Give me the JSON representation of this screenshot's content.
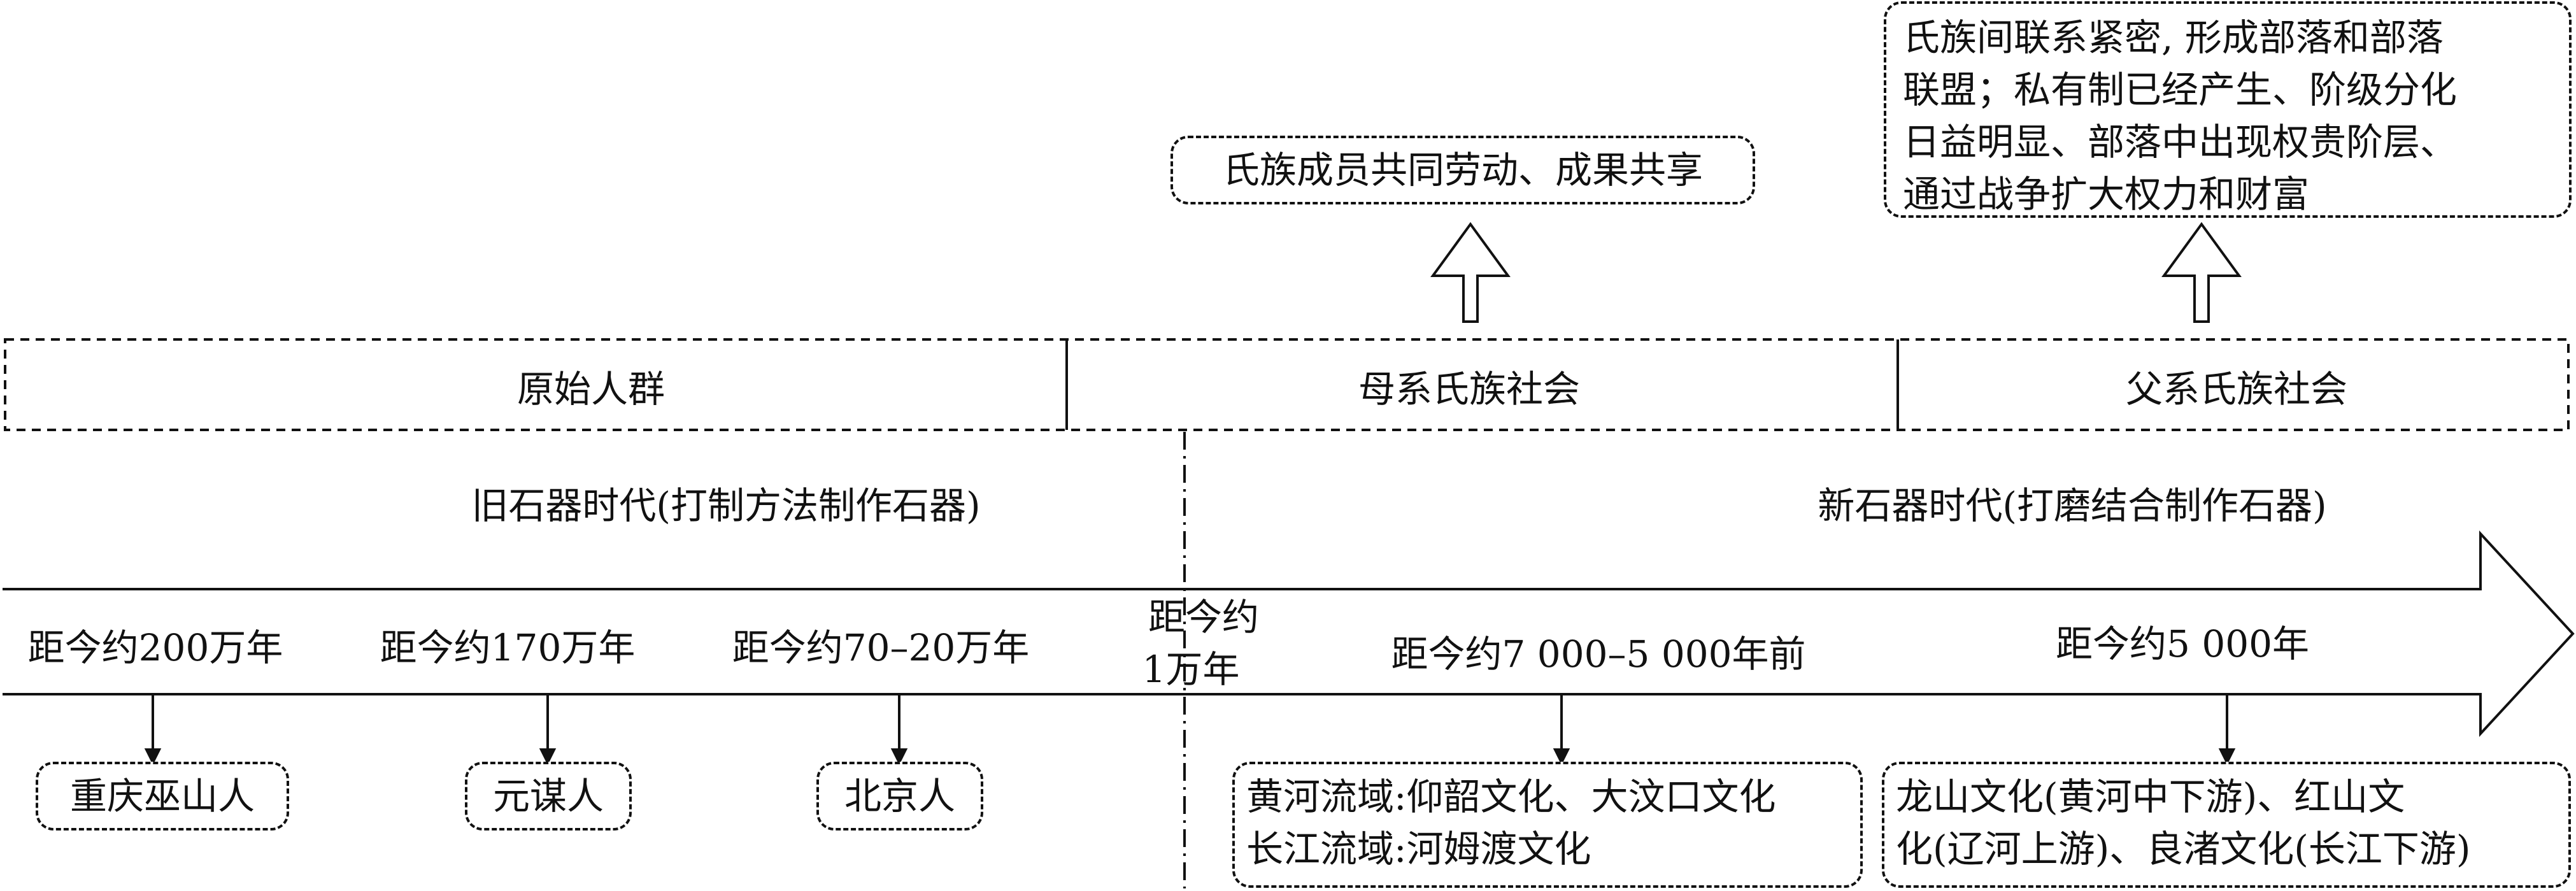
{
  "top_boxes": {
    "matriarchal_traits": "氏族成员共同劳动、成果共享",
    "patriarchal_traits": [
      "氏族间联系紧密, 形成部落和部落",
      "联盟；私有制已经产生、阶级分化",
      "日益明显、部落中出现权贵阶层、",
      "通过战争扩大权力和财富"
    ]
  },
  "stages": {
    "primitive": "原始人群",
    "matriarchal": "母系氏族社会",
    "patriarchal": "父系氏族社会"
  },
  "eras": {
    "paleolithic": "旧石器时代(打制方法制作石器)",
    "neolithic": "新石器时代(打磨结合制作石器)"
  },
  "timeline": {
    "t1": "距今约200万年",
    "t2": "距今约170万年",
    "t3": "距今约70–20万年",
    "t4_line1": "距今约",
    "t4_line2": "1万年",
    "t5": "距今约7 000–5 000年前",
    "t6": "距今约5 000年"
  },
  "bottom_boxes": {
    "chongqing": "重庆巫山人",
    "yuanmou": "元谋人",
    "beijing": "北京人",
    "neolithic_cultures": [
      "黄河流域:仰韶文化、大汶口文化",
      "长江流域:河姆渡文化"
    ],
    "late_cultures": [
      "龙山文化(黄河中下游)、红山文",
      "化(辽河上游)、良渚文化(长江下游)"
    ]
  }
}
